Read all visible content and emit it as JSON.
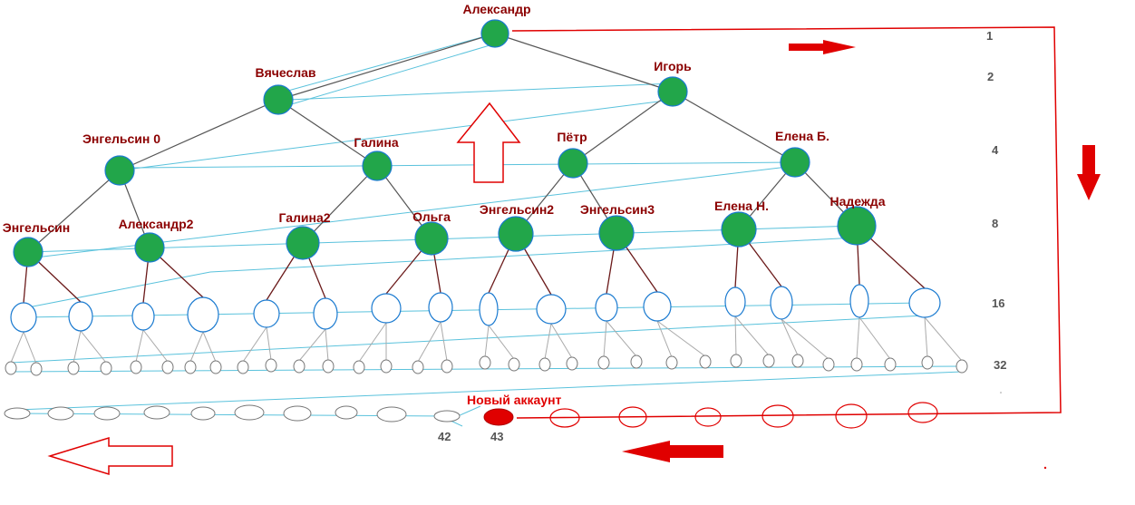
{
  "colors": {
    "node_fill": "#22a64a",
    "node_stroke": "#1a7ad0",
    "empty_stroke": "#1a7ad0",
    "label": "#8b0000",
    "tree_line": "#555555",
    "link_line": "#5ac2dc",
    "red": "#e00000",
    "level_text": "#555555"
  },
  "tree": {
    "root": "Александр",
    "level2": [
      "Вячеслав",
      "Игорь"
    ],
    "level3": [
      "Энгельсин 0",
      "Галина",
      "Пётр",
      "Елена Б."
    ],
    "level4": [
      "Энгельсин",
      "Александр2",
      "Галина2",
      "Ольга",
      "Энгельсин2",
      "Энгельсин3",
      "Елена Н.",
      "Надежда"
    ]
  },
  "levels": [
    "1",
    "2",
    "4",
    "8",
    "16",
    "32"
  ],
  "bottom_row": {
    "label_42": "42",
    "label_43": "43",
    "new_account": "Новый аккаунт"
  },
  "arrows": {
    "top_right": "arrow-right",
    "right_down": "arrow-down",
    "center_up": "arrow-up-outline",
    "bottom_left": "arrow-left-outline",
    "bottom_middle": "arrow-left"
  }
}
